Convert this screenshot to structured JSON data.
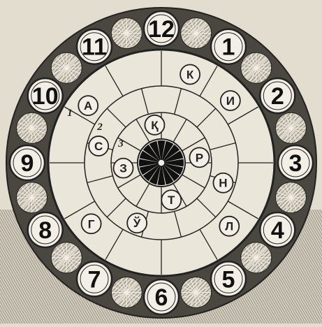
{
  "dial": {
    "hours": [
      "12",
      "1",
      "2",
      "3",
      "4",
      "5",
      "6",
      "7",
      "8",
      "9",
      "10",
      "11"
    ],
    "ring_numbers": [
      "1",
      "2",
      "3"
    ],
    "letters": [
      {
        "char": "А",
        "ring": 1,
        "angle": -52
      },
      {
        "char": "К",
        "ring": 1,
        "angle": 18
      },
      {
        "char": "И",
        "ring": 1,
        "angle": 48
      },
      {
        "char": "С",
        "ring": 2,
        "angle": -75
      },
      {
        "char": "Қ",
        "ring": 3,
        "angle": -10
      },
      {
        "char": "Р",
        "ring": 3,
        "angle": 82
      },
      {
        "char": "Н",
        "ring": 2,
        "angle": 108
      },
      {
        "char": "З",
        "ring": 3,
        "angle": -98
      },
      {
        "char": "Т",
        "ring": 3,
        "angle": 165
      },
      {
        "char": "Ў",
        "ring": 2,
        "angle": -158
      },
      {
        "char": "Л",
        "ring": 1,
        "angle": 133
      },
      {
        "char": "Г",
        "ring": 1,
        "angle": -131
      }
    ]
  },
  "colors": {
    "paper": "#e3ddd0",
    "ink": "#222222",
    "rim": "#4a4740",
    "face": "#ebe6da",
    "hatch": "#6b675e"
  }
}
